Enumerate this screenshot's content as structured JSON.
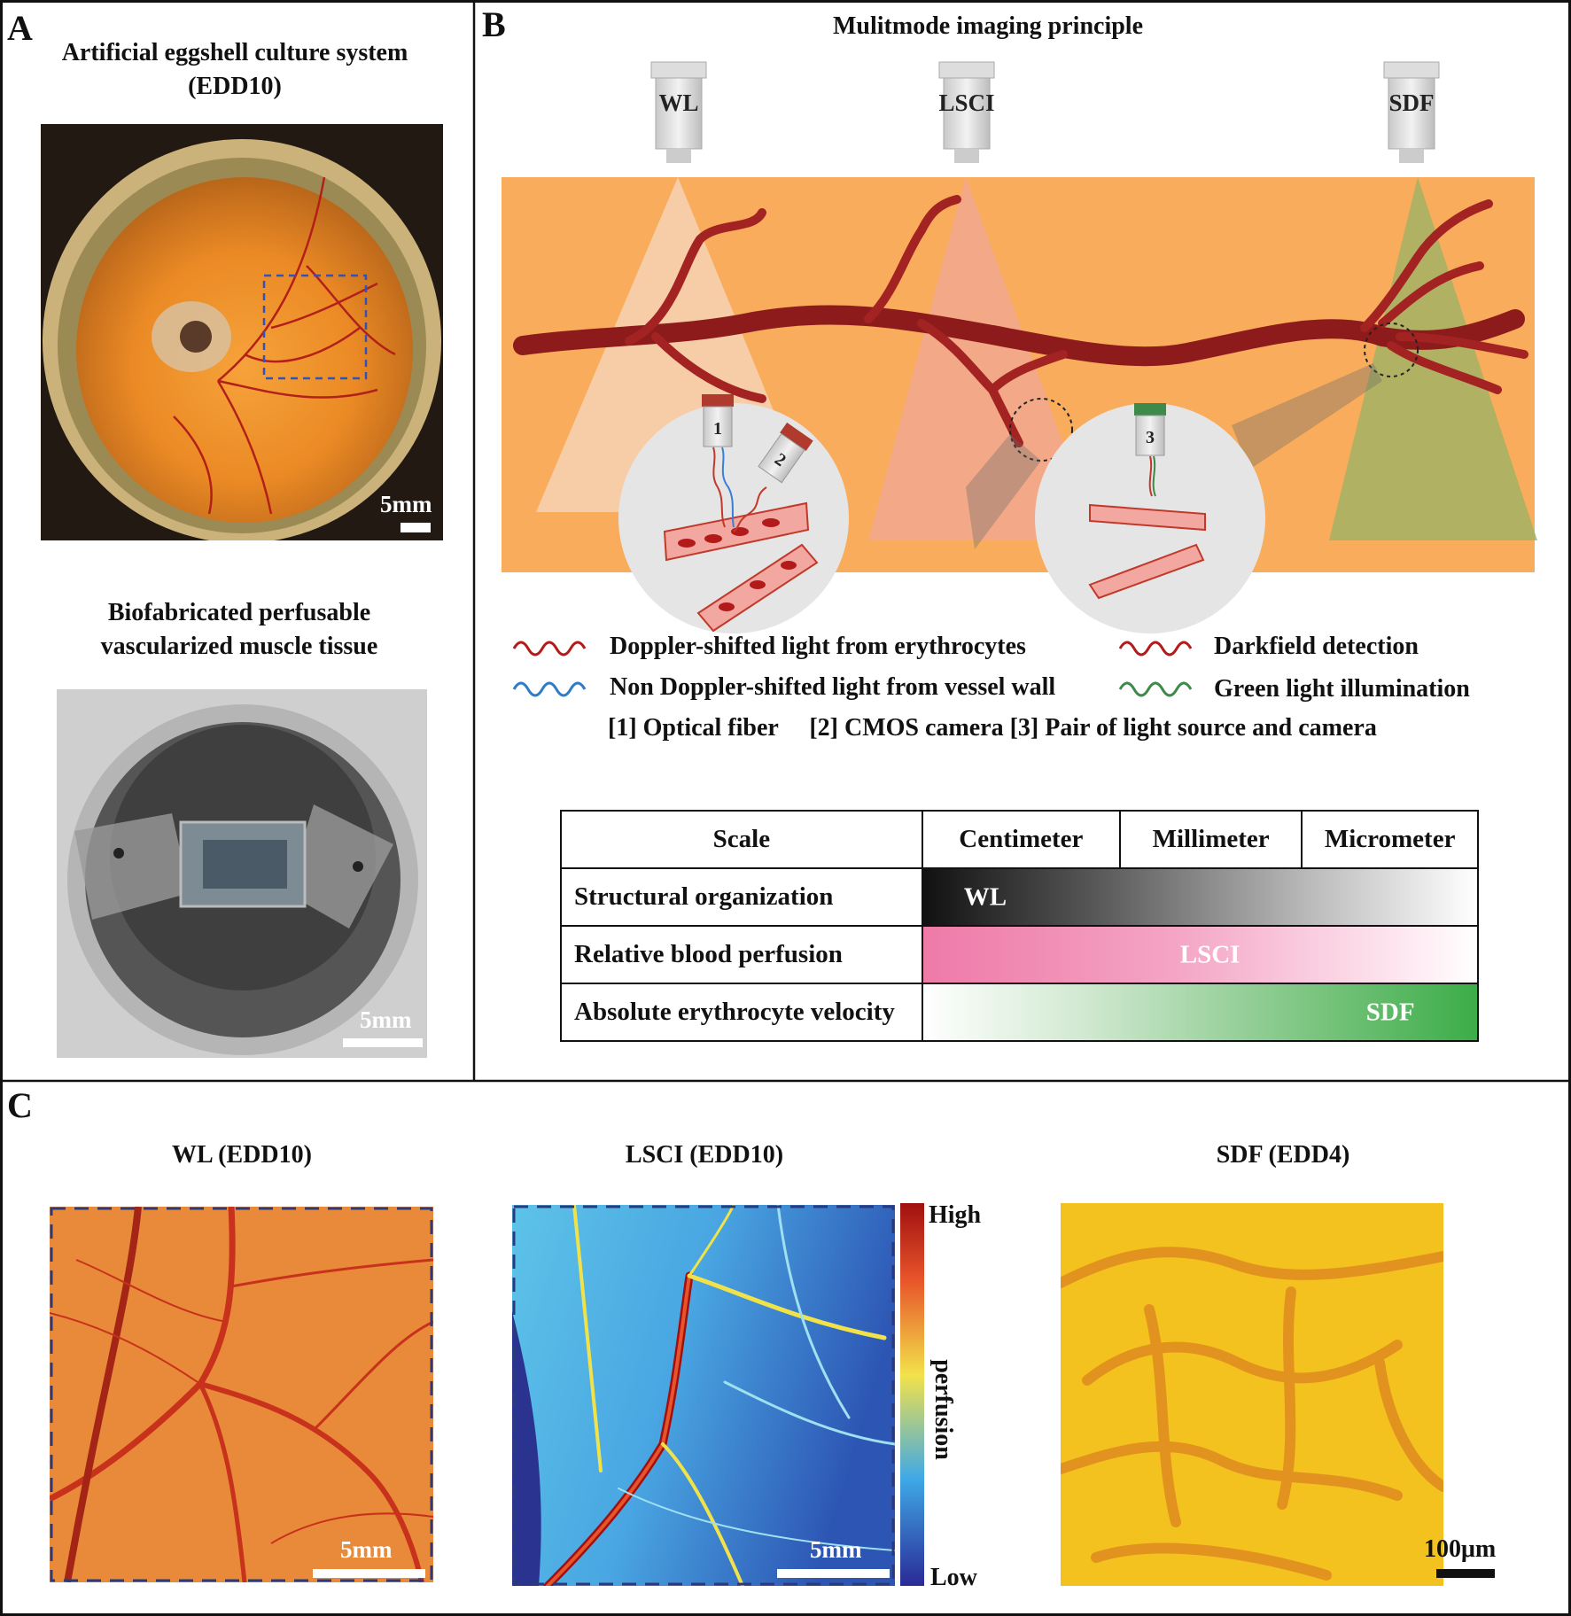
{
  "panels": {
    "a": {
      "letter": "A",
      "title1": "Artificial eggshell culture system",
      "title2": "(EDD10)",
      "scale1": "5mm",
      "subtitle1": "Biofabricated perfusable",
      "subtitle2": "vascularized muscle tissue",
      "scale2": "5mm"
    },
    "b": {
      "letter": "B",
      "title": "Mulitmode imaging principle",
      "lenses": [
        "WL",
        "LSCI",
        "SDF"
      ],
      "inset_numbers": [
        "1",
        "2",
        "3"
      ],
      "legend": {
        "doppler": "Doppler-shifted light from erythrocytes",
        "non_doppler": "Non Doppler-shifted light from vessel wall",
        "darkfield": "Darkfield detection",
        "green": "Green light illumination",
        "notes": "[1] Optical fiber     [2] CMOS camera [3] Pair of light source and camera"
      },
      "table": {
        "headers": [
          "Scale",
          "Centimeter",
          "Millimeter",
          "Micrometer"
        ],
        "rows": [
          {
            "label": "Structural organization",
            "method": "WL"
          },
          {
            "label": "Relative blood perfusion",
            "method": "LSCI"
          },
          {
            "label": "Absolute erythrocyte velocity",
            "method": "SDF"
          }
        ]
      }
    },
    "c": {
      "letter": "C",
      "titles": [
        "WL (EDD10)",
        "LSCI (EDD10)",
        "SDF (EDD4)"
      ],
      "scales": [
        "5mm",
        "5mm",
        "100μm"
      ],
      "colorbar": {
        "high": "High",
        "low": "Low",
        "label": "perfusion"
      }
    }
  },
  "colors": {
    "panel_b_background": "#f8ac5c",
    "vessel": "#8e1b1b",
    "wl_gradient": [
      "#111111",
      "#ffffff"
    ],
    "lsci_gradient": [
      "#ee7aa8",
      "#ffffff"
    ],
    "sdf_gradient": [
      "#ffffff",
      "#3cad48"
    ],
    "lsci_cmap": [
      "#2a2a96",
      "#3fa9e6",
      "#f2e24a",
      "#e8542a",
      "#a01010"
    ]
  }
}
